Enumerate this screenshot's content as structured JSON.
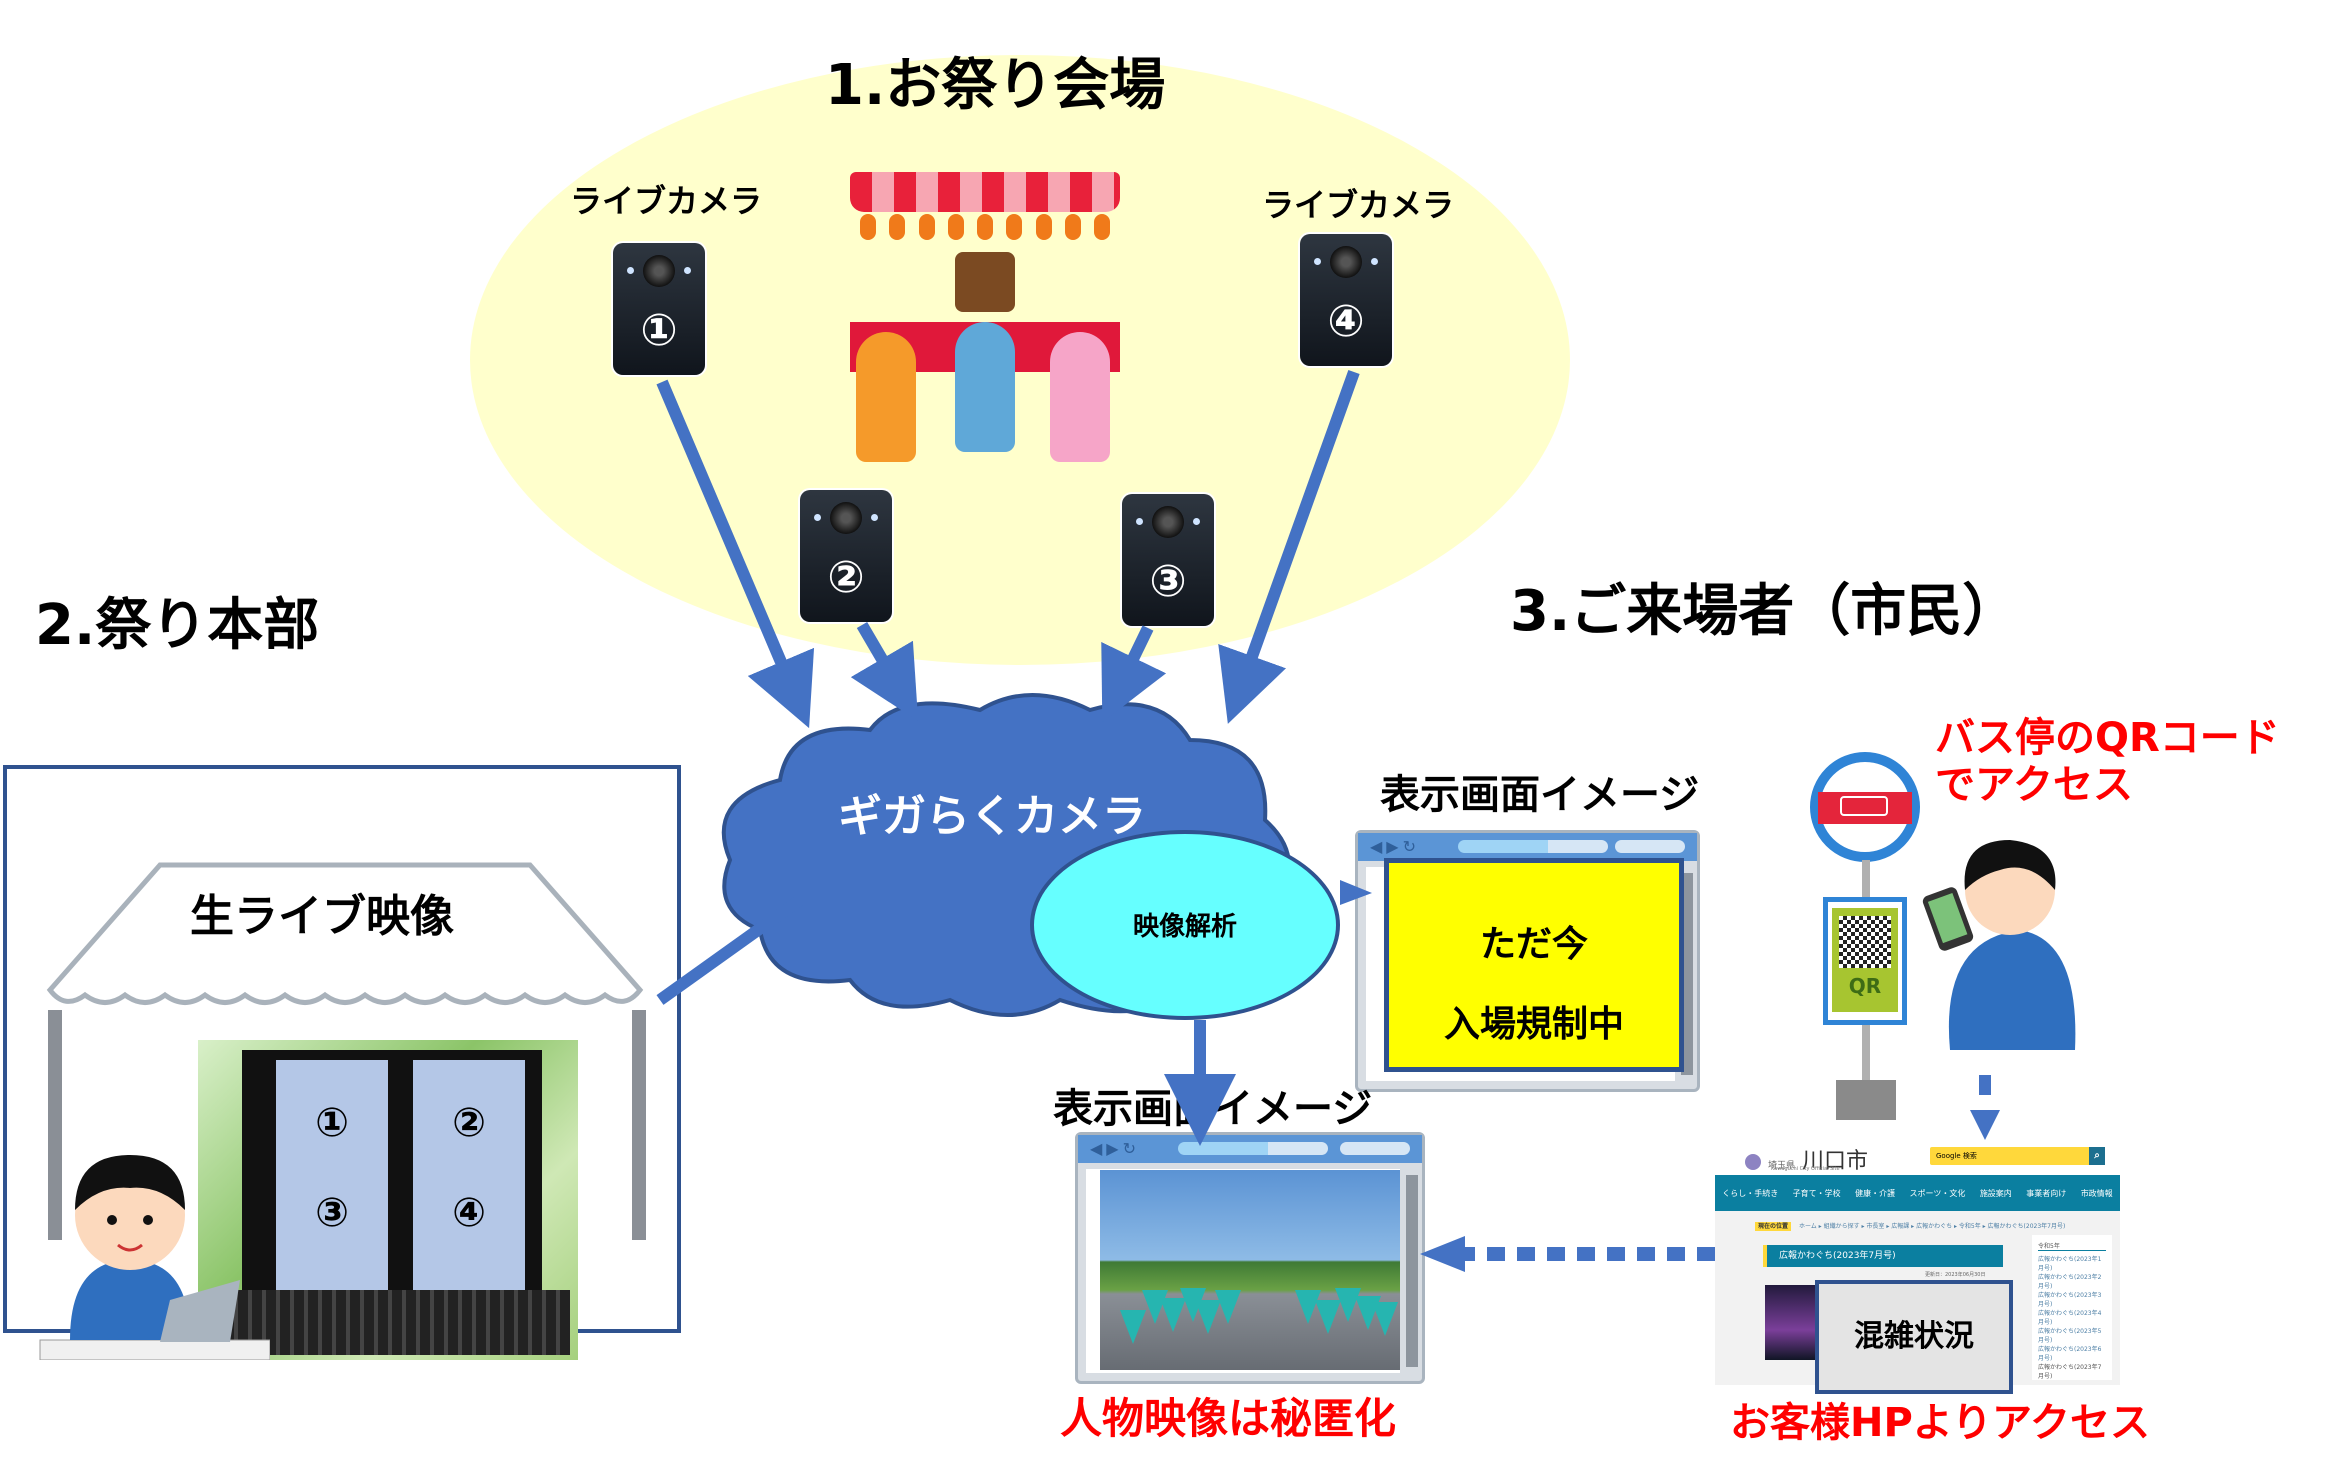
{
  "sections": {
    "venue": {
      "title": "1.お祭り会場"
    },
    "hq": {
      "title": "2.祭り本部"
    },
    "visitors": {
      "title": "3.ご来場者（市民）"
    }
  },
  "cameras": {
    "label_left": "ライブカメラ",
    "label_right": "ライブカメラ",
    "units": [
      {
        "id": "①"
      },
      {
        "id": "②"
      },
      {
        "id": "③"
      },
      {
        "id": "④"
      }
    ]
  },
  "cloud": {
    "service_name": "ギガらくカメラ",
    "analysis_label": "映像解析"
  },
  "hq_panel": {
    "tent_label": "生ライブ映像",
    "screen_tiles": [
      "①",
      "②",
      "③",
      "④"
    ]
  },
  "display_top": {
    "caption": "表示画面イメージ",
    "line1": "ただ今",
    "line2": "入場規制中"
  },
  "display_bottom": {
    "caption": "表示画面イメージ",
    "note": "人物映像は秘匿化"
  },
  "citizen_access": {
    "qr_note_line1": "バス停のQRコード",
    "qr_note_line2": "でアクセス",
    "qr_sign_text": "QR",
    "hp_note": "お客様HPよりアクセス",
    "congestion_label": "混雑状況"
  },
  "kawaguchi_site": {
    "logo_prefix": "埼玉県",
    "logo": "川口市",
    "logo_sub": "Kawaguchi City Official Site",
    "search_placeholder": "Google 検索",
    "nav": [
      "くらし・手続き",
      "子育て・学校",
      "健康・介護",
      "スポーツ・文化",
      "施設案内",
      "事業者向け",
      "市政情報"
    ],
    "breadcrumb_label": "現在の位置",
    "breadcrumb": "ホーム ▸ 組織から探す ▸ 市長室 ▸ 広報課 ▸ 広報かわぐち ▸ 令和5年 ▸ 広報かわぐち(2023年7月号)",
    "page_title": "広報かわぐち(2023年7月号)",
    "updated": "更新日：2023年06月30日",
    "side_title": "令和5年",
    "side_links": [
      "広報かわぐち(2023年1月号)",
      "広報かわぐち(2023年2月号)",
      "広報かわぐち(2023年3月号)",
      "広報かわぐち(2023年4月号)",
      "広報かわぐち(2023年5月号)",
      "広報かわぐち(2023年6月号)",
      "広報かわぐち(2023年7月号)"
    ]
  },
  "colors": {
    "arrow": "#4472c4",
    "cloud": "#4472c4",
    "venue_bg": "#ffffcc",
    "bubble": "#66ffff",
    "notice": "#ffff00",
    "alert_text": "#ff0000",
    "frame": "#2f528f"
  }
}
